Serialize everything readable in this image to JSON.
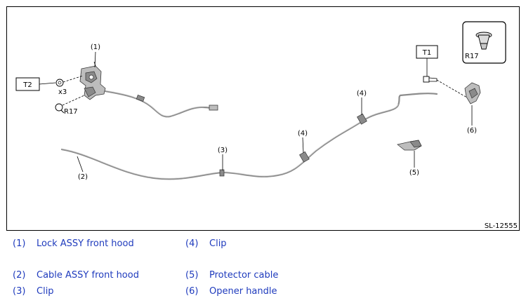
{
  "figure": {
    "ref_code": "SL-12555",
    "callouts": {
      "c1": "(1)",
      "c2": "(2)",
      "c3": "(3)",
      "c4a": "(4)",
      "c4b": "(4)",
      "c5": "(5)",
      "c6": "(6)"
    },
    "torque_tags": {
      "t1": "T1",
      "t2": "T2"
    },
    "fastener_marks": {
      "r17_left": "R17",
      "r17_inset": "R17",
      "qty": "x3"
    }
  },
  "legend": [
    {
      "num": "(1)",
      "text": "Lock ASSY front hood"
    },
    {
      "num": "(4)",
      "text": "Clip"
    },
    {
      "num": "(2)",
      "text": "Cable ASSY front hood"
    },
    {
      "num": "(5)",
      "text": "Protector cable"
    },
    {
      "num": "(3)",
      "text": "Clip"
    },
    {
      "num": "(6)",
      "text": "Opener handle"
    }
  ],
  "colors": {
    "legend_text": "#1f3bbd",
    "cable": "#8c8c8c",
    "frame": "#000000"
  }
}
